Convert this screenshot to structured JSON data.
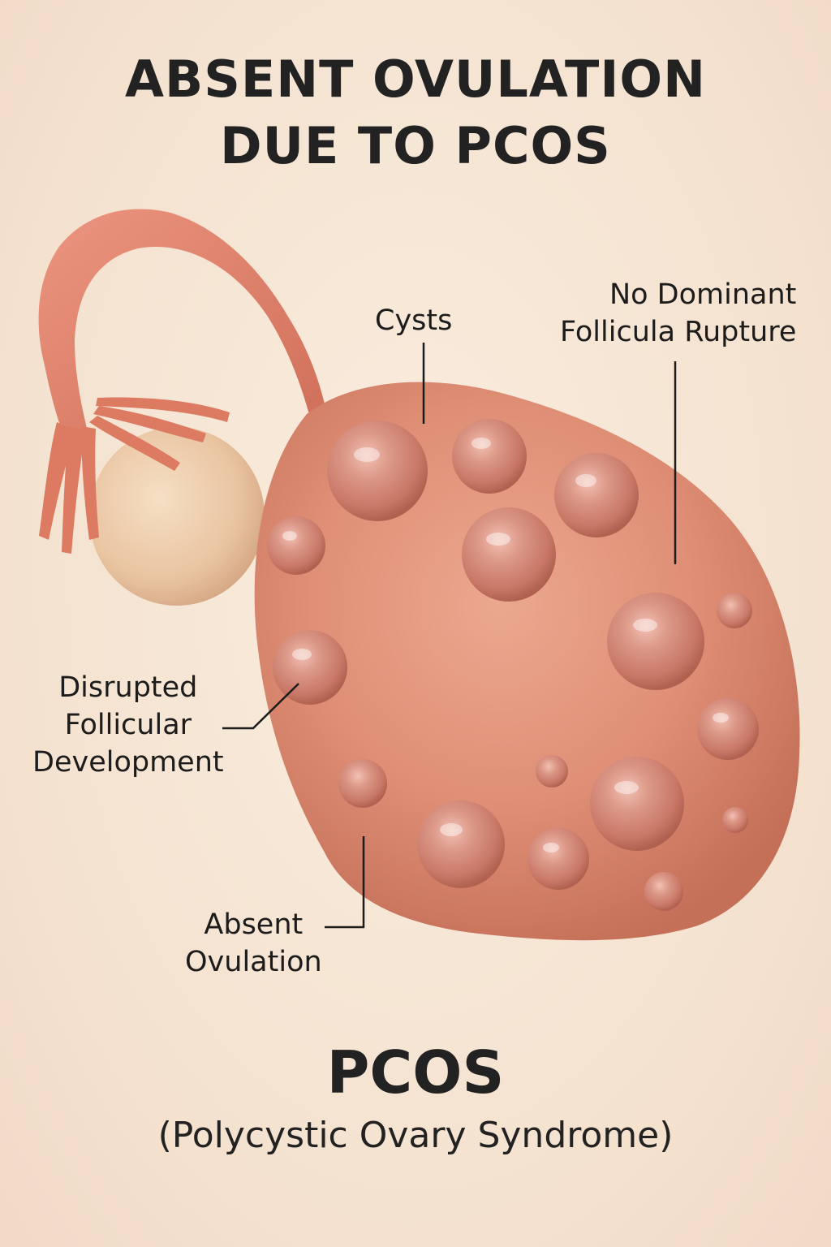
{
  "title": {
    "line1": "ABSENT OVULATION",
    "line2": "DUE TO PCOS"
  },
  "labels": {
    "cysts": "Cysts",
    "no_dominant": {
      "line1": "No Dominant",
      "line2": "Follicula Rupture"
    },
    "disrupted": {
      "line1": "Disrupted",
      "line2": "Follicular",
      "line3": "Development"
    },
    "absent": {
      "line1": "Absent",
      "line2": "Ovulation"
    }
  },
  "footer": {
    "main": "PCOS",
    "sub": "(Polycystic Ovary Syndrome)"
  },
  "colors": {
    "background": "#f6e6d5",
    "ovary": "#e2957a",
    "cyst": "#d88a78",
    "tube": "#e07f68",
    "egg": "#efcfae",
    "text": "#1f1f1f"
  }
}
